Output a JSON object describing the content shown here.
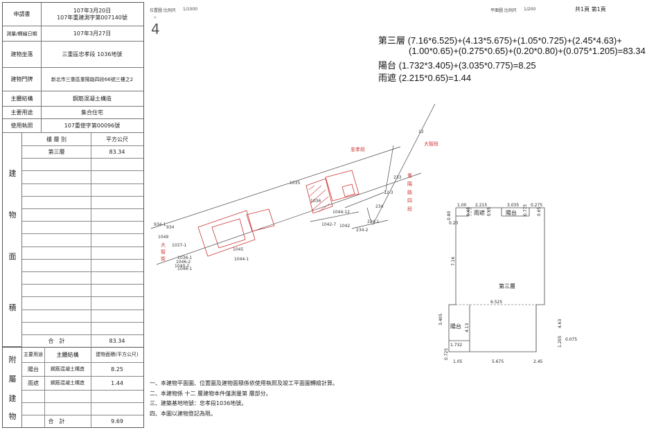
{
  "header": {
    "applicant_label": "申請書",
    "applicant_date": "107年3月20日",
    "applicant_no": "107年重建測字第007140號",
    "survey_date_label": "測量/轉繪日期",
    "survey_date": "107年3月27日",
    "location_label": "建物坐落",
    "location": "三重區忠孝段 1036地號",
    "address_label": "建物門牌",
    "address": "新北市三重區重陽路四段66號三樓之2",
    "structure_label": "主體結構",
    "structure": "鋼筋混凝土構造",
    "use_label": "主要用途",
    "use": "集合住宅",
    "license_label": "使用執照",
    "license": "107重使字第00096號"
  },
  "building_area": {
    "side_chars": [
      "建",
      "物",
      "面",
      "積"
    ],
    "col_floor": "樓 層 別",
    "col_area": "平方公尺",
    "rows": [
      {
        "floor": "第三層",
        "area": "83.34"
      }
    ],
    "total_label": "合　計",
    "total": "83.34"
  },
  "annex": {
    "side_chars": [
      "附",
      "屬",
      "建",
      "物"
    ],
    "col_use": "主要用途",
    "col_struct": "主體結構",
    "col_area": "建物面積(平方公尺)",
    "rows": [
      {
        "use": "陽台",
        "struct": "鋼筋混凝土構造",
        "area": "8.25"
      },
      {
        "use": "雨遮",
        "struct": "鋼筋混凝土構造",
        "area": "1.44"
      }
    ],
    "total_label": "合　計",
    "total": "9.69"
  },
  "location_map": {
    "scale_label": "位置圖 比例尺",
    "scale": "1/1000",
    "north": "4",
    "north_sub": "n",
    "roads": [
      "忠孝段",
      "大智段",
      "重陽路四段",
      "大智街"
    ],
    "parcels": [
      "1035",
      "1036",
      "233",
      "12",
      "12-3",
      "234",
      "234-1",
      "234-2",
      "1042-7",
      "1042",
      "1044-12",
      "934-1",
      "934",
      "1049",
      "1037-1",
      "1045",
      "1044-1",
      "1036-1",
      "1046-2",
      "1040-2",
      "1046-1"
    ]
  },
  "plan": {
    "scale_label": "平面圖 比例尺",
    "scale": "1/200",
    "pages": "共1頁 第1頁",
    "formulas": [
      "第三層 (7.16*6.525)+(4.13*5.675)+(1.05*0.725)+(2.45*4.63)+",
      "(1.00*0.65)+(0.275*0.65)+(0.20*0.80)+(0.075*1.205)=83.34",
      "陽台 (1.732*3.405)+(3.035*0.775)=8.25",
      "雨遮 (2.215*0.65)=1.44"
    ],
    "labels": {
      "floor": "第三層",
      "balcony": "陽台",
      "canopy": "雨遮",
      "balcony_top": "陽台"
    },
    "dims": [
      "1.00",
      "2.215",
      "3.035",
      "0.275",
      "0.80",
      "0.65",
      "0.65",
      "0.775",
      "0.65",
      "0.20",
      "7.16",
      "6.525",
      "3.405",
      "4.13",
      "1.732",
      "0.725",
      "1.05",
      "5.675",
      "2.45",
      "4.63",
      "1.205",
      "0.075"
    ]
  },
  "notes": [
    "一、本建物平面圖、位置圖及建物面積係依使用執照及竣工平面圖轉繪計算。",
    "二、本建物係 十二 層建物本件僅測量第 層部分。",
    "三、建築基地地號：忠孝段1036地號。",
    "四、本圖以建物登記為限。"
  ]
}
